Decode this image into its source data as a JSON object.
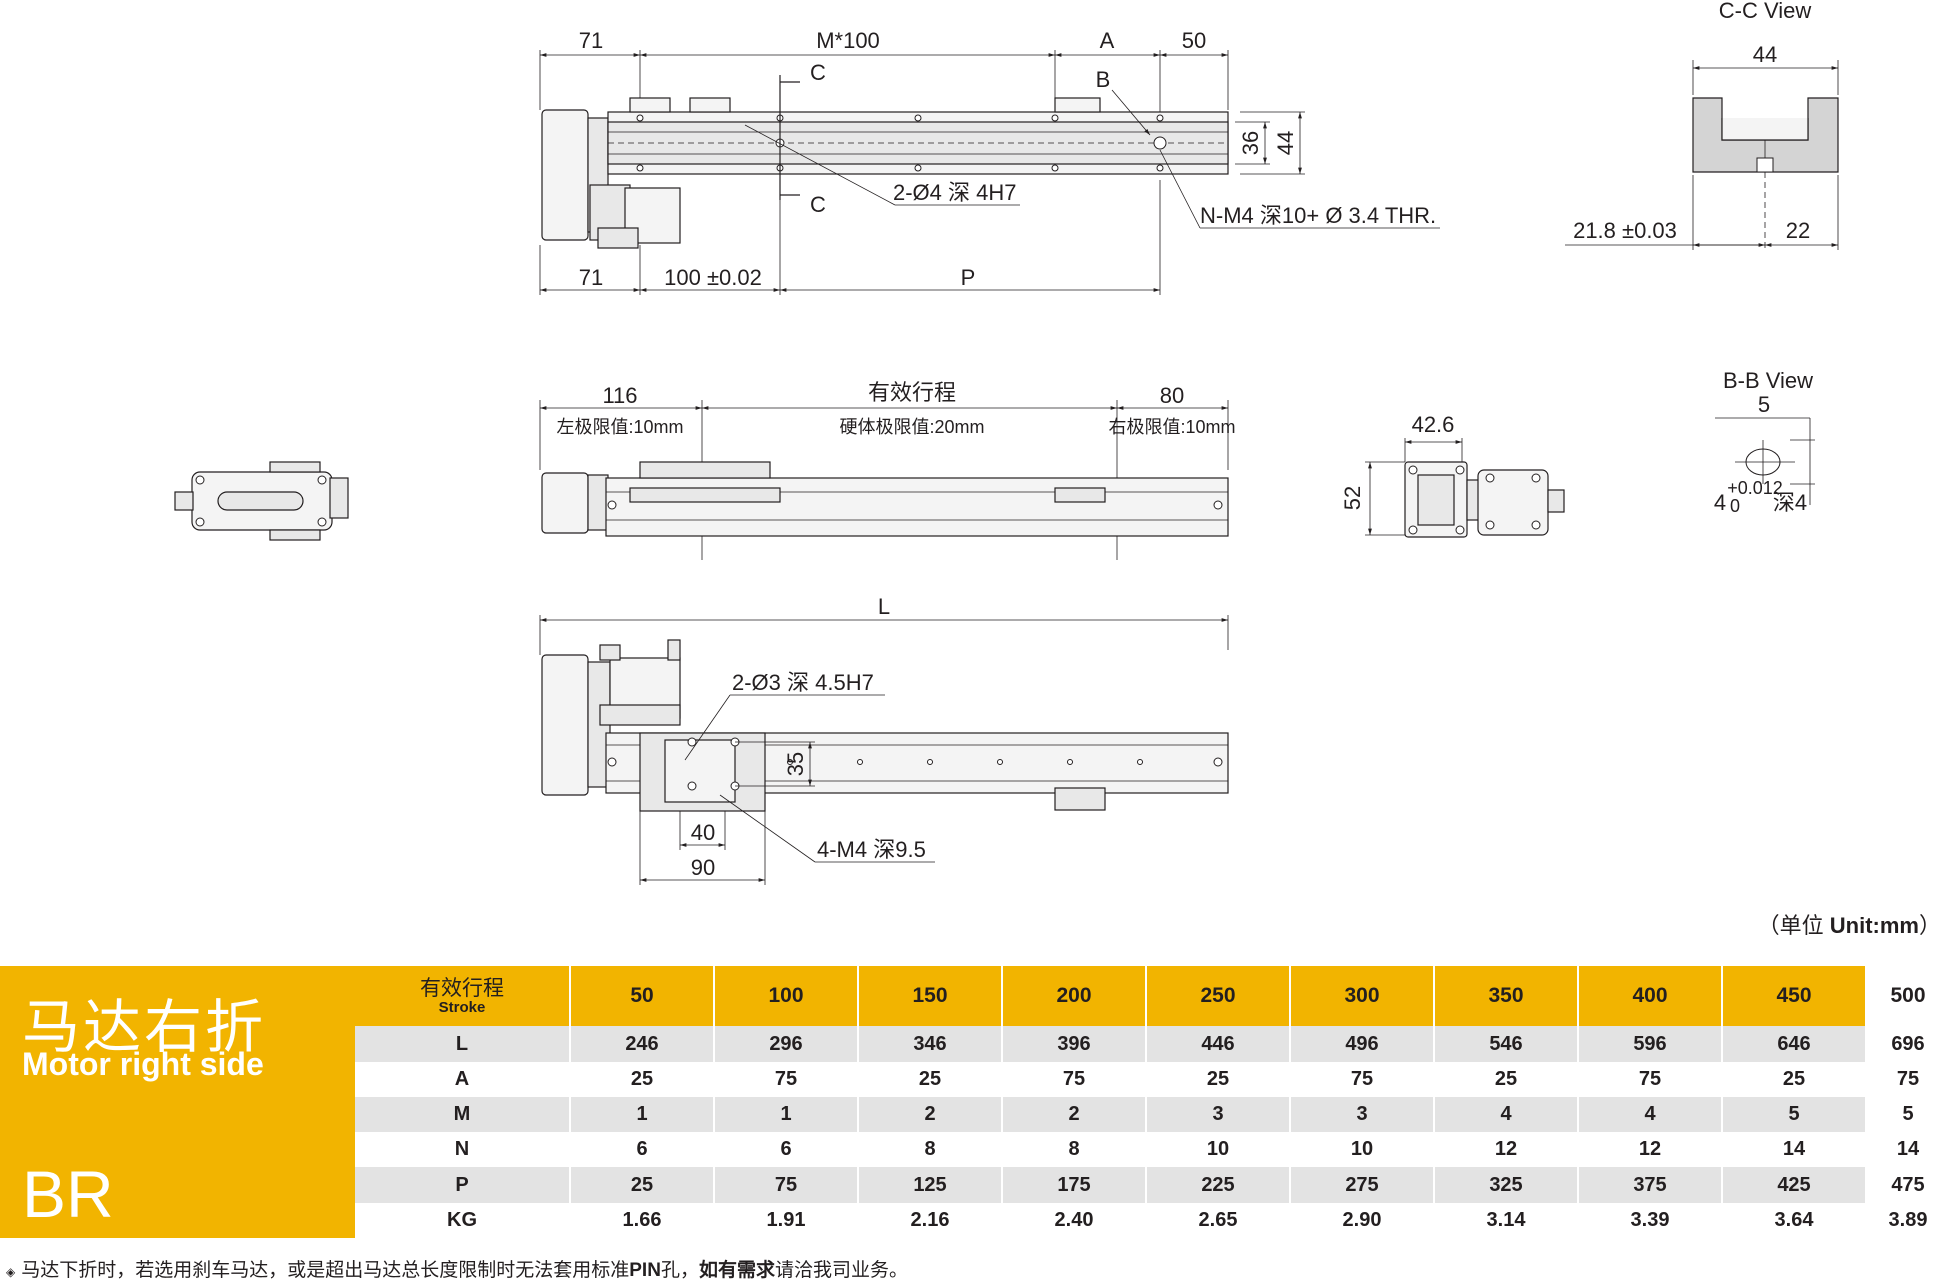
{
  "dimensions": {
    "top_view": {
      "d71_top": "71",
      "m100": "M*100",
      "a": "A",
      "d50": "50",
      "c_top": "C",
      "c_bottom": "C",
      "b": "B",
      "d36": "36",
      "d44": "44",
      "hole_callout": "2-Ø4 深 4H7",
      "thread_callout": "N-M4 深10+ Ø 3.4 THR.",
      "d71_bottom": "71",
      "d100": "100 ±0.02",
      "p": "P"
    },
    "cc_view": {
      "title": "C-C View",
      "d44": "44",
      "d21_8": "21.8 ±0.03",
      "d22": "22"
    },
    "side_view": {
      "d116": "116",
      "stroke_label": "有效行程",
      "d80": "80",
      "left_limit": "左极限值:10mm",
      "hard_limit": "硬体极限值:20mm",
      "right_limit": "右极限值:10mm"
    },
    "end_view": {
      "d42_6": "42.6",
      "d52": "52"
    },
    "bb_view": {
      "title": "B-B View",
      "d5": "5",
      "hole": "4",
      "tol": "+0.012",
      "tol0": "0",
      "depth": "深4"
    },
    "bottom_view": {
      "l": "L",
      "hole_callout": "2-Ø3  深 4.5H7",
      "d35": "35",
      "thread_callout": "4-M4  深9.5",
      "d40": "40",
      "d90": "90"
    }
  },
  "unit": {
    "prefix": "（单位 ",
    "label": "Unit:mm",
    "suffix": "）"
  },
  "brand": {
    "cn": "马达右折",
    "en": "Motor right side",
    "code": "BR"
  },
  "table": {
    "header": {
      "cn": "有效行程",
      "en": "Stroke",
      "values": [
        "50",
        "100",
        "150",
        "200",
        "250",
        "300",
        "350",
        "400",
        "450",
        "500"
      ]
    },
    "rows": [
      {
        "label": "L",
        "values": [
          "246",
          "296",
          "346",
          "396",
          "446",
          "496",
          "546",
          "596",
          "646",
          "696"
        ]
      },
      {
        "label": "A",
        "values": [
          "25",
          "75",
          "25",
          "75",
          "25",
          "75",
          "25",
          "75",
          "25",
          "75"
        ]
      },
      {
        "label": "M",
        "values": [
          "1",
          "1",
          "2",
          "2",
          "3",
          "3",
          "4",
          "4",
          "5",
          "5"
        ]
      },
      {
        "label": "N",
        "values": [
          "6",
          "6",
          "8",
          "8",
          "10",
          "10",
          "12",
          "12",
          "14",
          "14"
        ]
      },
      {
        "label": "P",
        "values": [
          "25",
          "75",
          "125",
          "175",
          "225",
          "275",
          "325",
          "375",
          "425",
          "475"
        ]
      },
      {
        "label": "KG",
        "values": [
          "1.66",
          "1.91",
          "2.16",
          "2.40",
          "2.65",
          "2.90",
          "3.14",
          "3.39",
          "3.64",
          "3.89"
        ]
      }
    ]
  },
  "footnote": {
    "mark": "◈",
    "text_a": "马达下折时，若选用刹车马达，或是超出马达总长度限制时无法套用标准",
    "pin": "PIN",
    "text_b": "孔，",
    "emph": "如有需求",
    "text_c": "请洽我司业务。"
  },
  "colors": {
    "accent": "#f2b400",
    "row_gray": "#e3e3e3",
    "ink": "#231f20"
  }
}
